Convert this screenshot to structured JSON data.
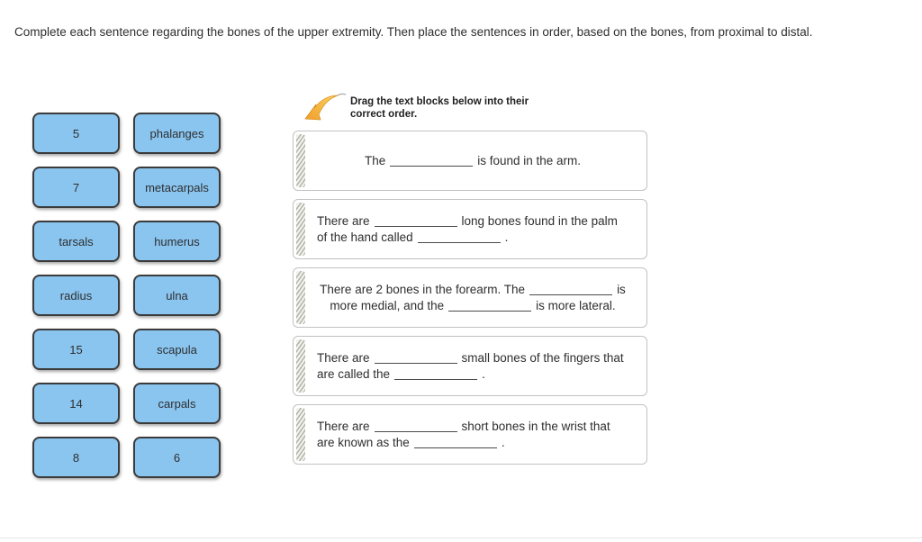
{
  "instruction": "Complete each sentence regarding the bones of the upper extremity. Then place the sentences in order, based on the bones, from proximal to distal.",
  "drag_hint": "Drag the text blocks below into their correct order.",
  "tiles": [
    {
      "label": "5"
    },
    {
      "label": "phalanges"
    },
    {
      "label": "7"
    },
    {
      "label": "metacarpals"
    },
    {
      "label": "tarsals"
    },
    {
      "label": "humerus"
    },
    {
      "label": "radius"
    },
    {
      "label": "ulna"
    },
    {
      "label": "15"
    },
    {
      "label": "scapula"
    },
    {
      "label": "14"
    },
    {
      "label": "carpals"
    },
    {
      "label": "8"
    },
    {
      "label": "6"
    }
  ],
  "sentences": [
    {
      "align": "center",
      "segments": [
        {
          "text": "The"
        },
        {
          "blank": true
        },
        {
          "text": "is found in the arm."
        }
      ]
    },
    {
      "align": "left",
      "segments": [
        {
          "text": "There are"
        },
        {
          "blank": true
        },
        {
          "text": "long bones found in the palm of the hand called"
        },
        {
          "blank": true
        },
        {
          "text": "."
        }
      ]
    },
    {
      "align": "center",
      "segments": [
        {
          "text": "There are 2 bones in the forearm. The"
        },
        {
          "blank": true
        },
        {
          "text": "is more medial, and the"
        },
        {
          "blank": true
        },
        {
          "text": "is more lateral."
        }
      ]
    },
    {
      "align": "left",
      "segments": [
        {
          "text": "There are"
        },
        {
          "blank": true
        },
        {
          "text": "small bones of the fingers that are called the"
        },
        {
          "blank": true
        },
        {
          "text": "."
        }
      ]
    },
    {
      "align": "left",
      "segments": [
        {
          "text": "There are"
        },
        {
          "blank": true
        },
        {
          "text": "short bones in the wrist that are known as the"
        },
        {
          "blank": true
        },
        {
          "text": "."
        }
      ]
    }
  ],
  "colors": {
    "tile_background": "#8AC5F0",
    "tile_border": "#3b3b3b",
    "card_border": "#c2c2c2",
    "arrow_orange_light": "#FBD45C",
    "arrow_orange_dark": "#F09E2E"
  }
}
